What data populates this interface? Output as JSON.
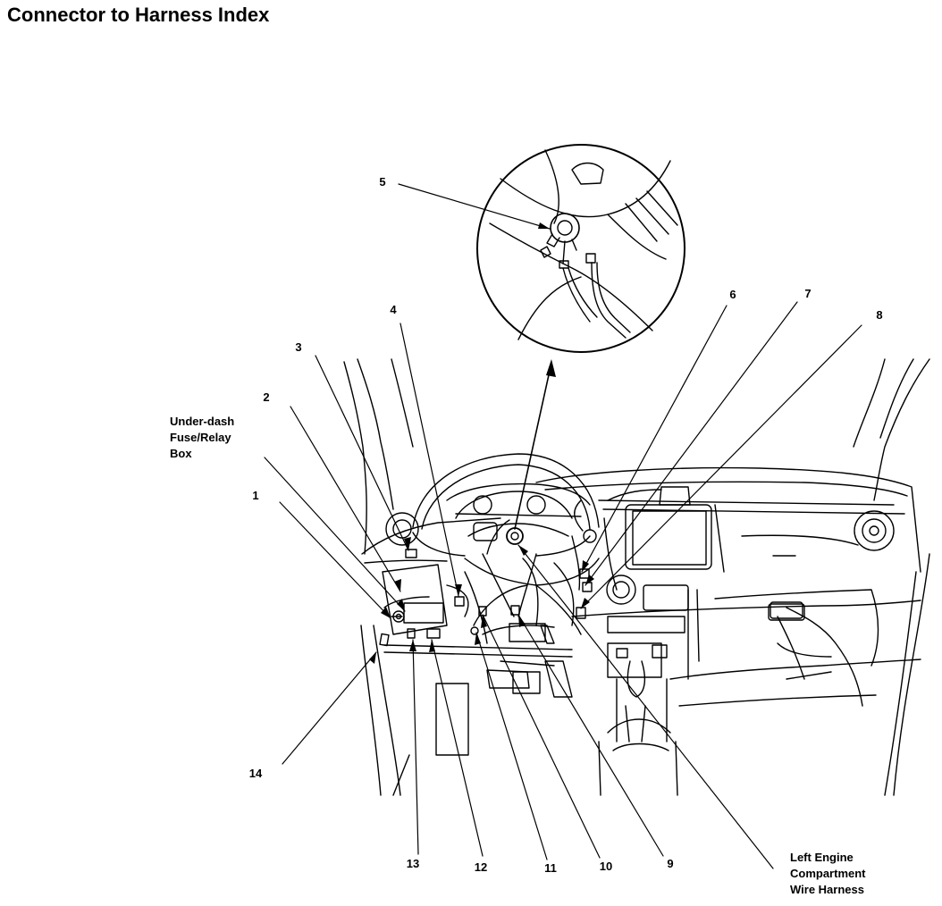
{
  "page": {
    "title": "Connector to Harness Index"
  },
  "callouts": {
    "c1": "1",
    "c2": "2",
    "c3": "3",
    "c4": "4",
    "c5": "5",
    "c6": "6",
    "c7": "7",
    "c8": "8",
    "c9": "9",
    "c10": "10",
    "c11": "11",
    "c12": "12",
    "c13": "13",
    "c14": "14",
    "fuse_box": "Under-dash\nFuse/Relay\nBox",
    "left_engine": "Left Engine\nCompartment\nWire Harness"
  }
}
